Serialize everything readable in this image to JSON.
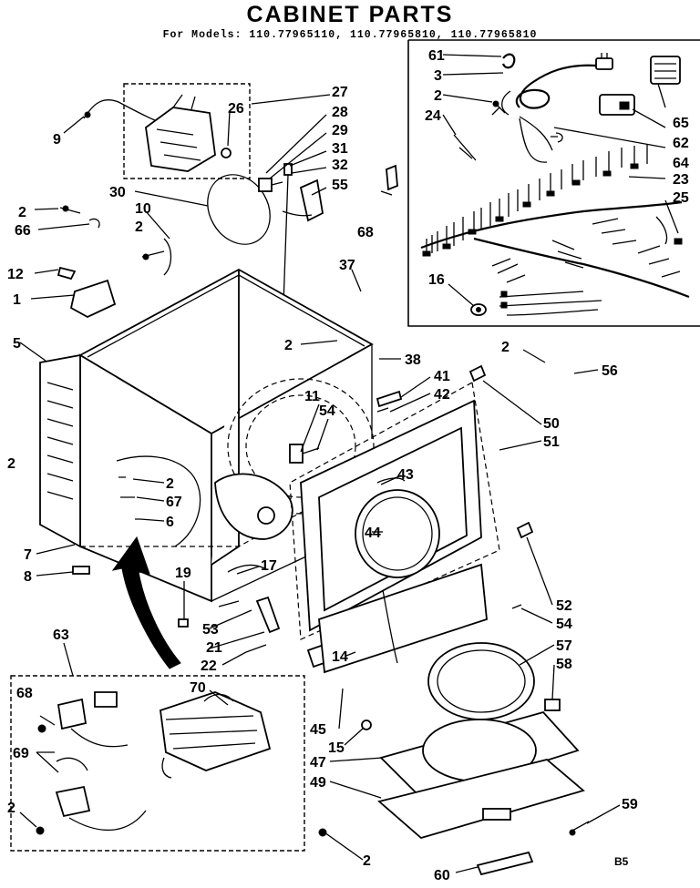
{
  "title": "CABINET PARTS",
  "subtitle": "For Models: 110.77965110, 110.77965810, 110.77965810",
  "page_code": "B5",
  "callouts": {
    "c61": "61",
    "c3": "3",
    "c2a": "2",
    "c24": "24",
    "c65": "65",
    "c62": "62",
    "c64": "64",
    "c23": "23",
    "c25": "25",
    "c16": "16",
    "c27": "27",
    "c26": "26",
    "c28": "28",
    "c29": "29",
    "c31": "31",
    "c32": "32",
    "c55": "55",
    "c9": "9",
    "c30": "30",
    "c10": "10",
    "c2b": "2",
    "c66": "66",
    "c2c": "2",
    "c68a": "68",
    "c12": "12",
    "c1": "1",
    "c37": "37",
    "c5": "5",
    "c2d": "2",
    "c38": "38",
    "c2e": "2",
    "c56": "56",
    "c41": "41",
    "c42": "42",
    "c11": "11",
    "c54a": "54",
    "c50": "50",
    "c51": "51",
    "c2f": "2",
    "c2g": "2",
    "c67": "67",
    "c6": "6",
    "c43": "43",
    "c44": "44",
    "c7": "7",
    "c8": "8",
    "c17": "17",
    "c19": "19",
    "c52": "52",
    "c54b": "54",
    "c53": "53",
    "c21": "21",
    "c57": "57",
    "c63": "63",
    "c22": "22",
    "c58": "58",
    "c14": "14",
    "c68b": "68",
    "c70": "70",
    "c45": "45",
    "c15": "15",
    "c69": "69",
    "c47": "47",
    "c49": "49",
    "c2h": "2",
    "c59": "59",
    "c2i": "2",
    "c60": "60"
  }
}
